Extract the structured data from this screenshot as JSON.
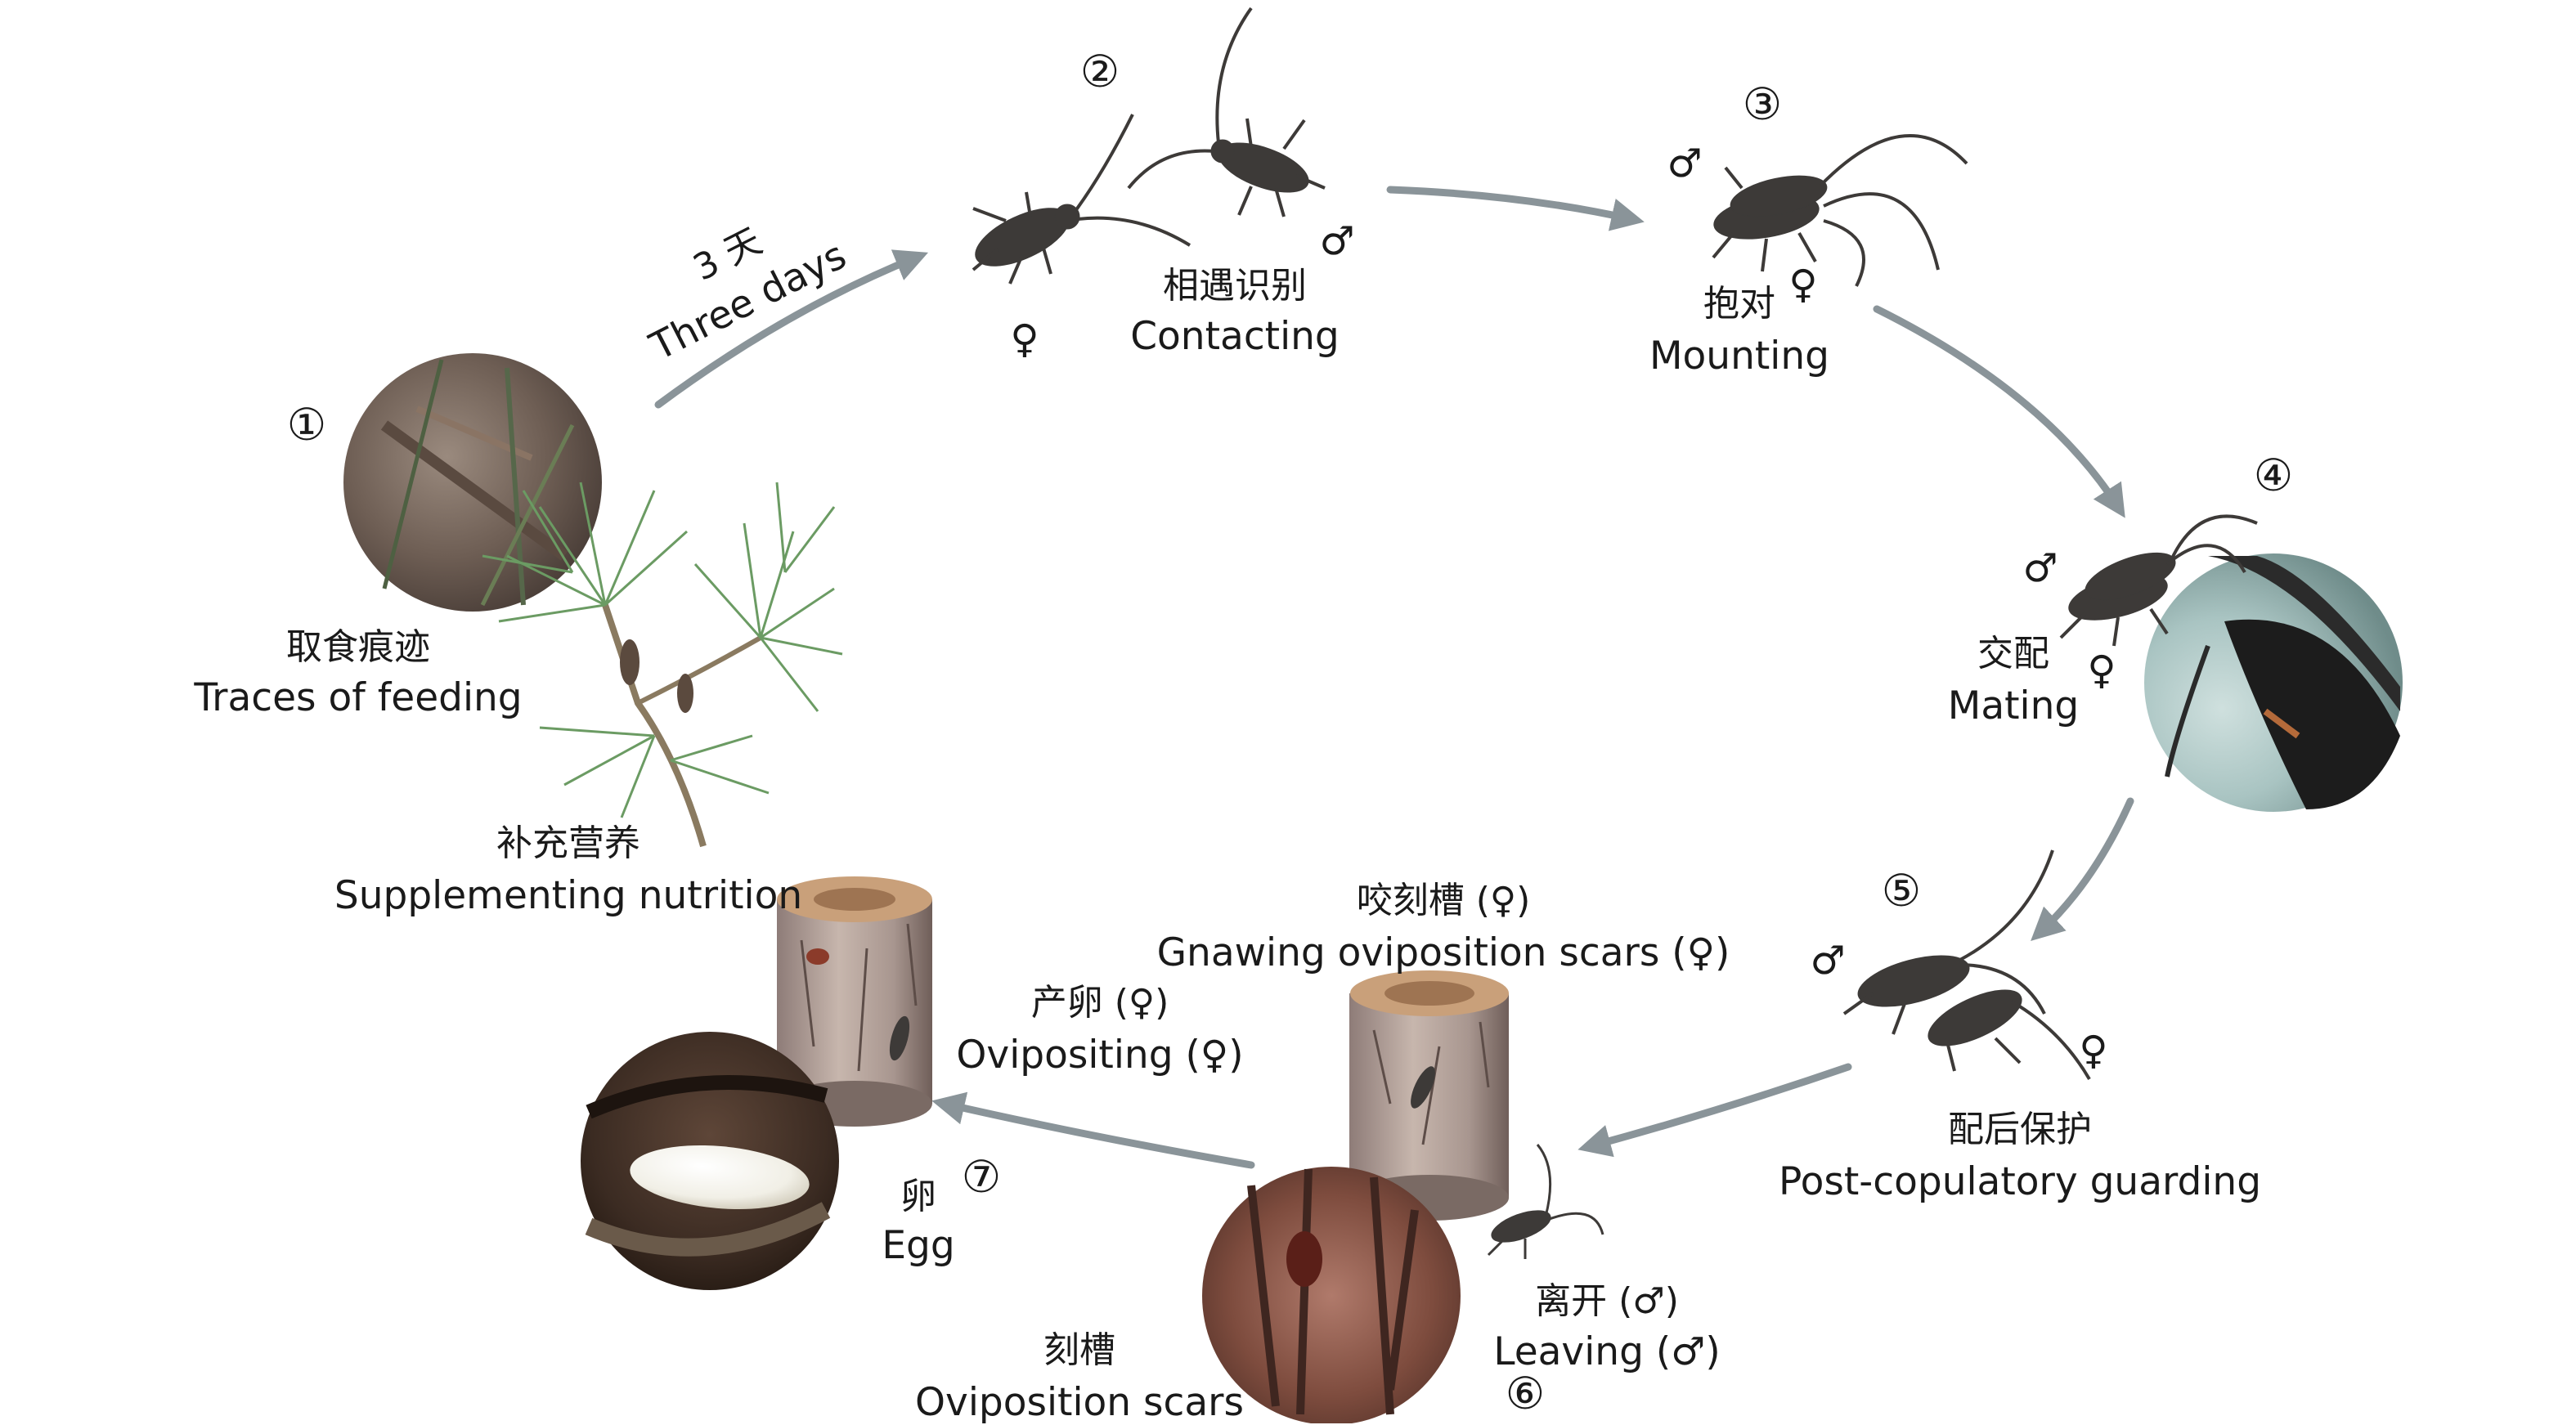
{
  "steps": {
    "s1": {
      "num": "①",
      "cn": "取食痕迹",
      "en": "Traces of feeding"
    },
    "nutrition": {
      "cn": "补充营养",
      "en": "Supplementing nutrition"
    },
    "arrow1": {
      "cn": "3 天",
      "en": "Three days"
    },
    "s2": {
      "num": "②",
      "cn": "相遇识别",
      "en": "Contacting",
      "female": "♀",
      "male": "♂"
    },
    "s3": {
      "num": "③",
      "cn": "抱对",
      "en": "Mounting",
      "female": "♀",
      "male": "♂"
    },
    "s4": {
      "num": "④",
      "cn": "交配",
      "en": "Mating",
      "female": "♀",
      "male": "♂"
    },
    "s5": {
      "num": "⑤",
      "cn": "配后保护",
      "en": "Post-copulatory guarding",
      "female": "♀",
      "male": "♂"
    },
    "s6": {
      "num": "⑥",
      "cn_gnaw": "咬刻槽 (♀)",
      "en_gnaw": "Gnawing oviposition scars (♀)",
      "cn_leave": "离开 (♂)",
      "en_leave": "Leaving (♂)",
      "cn_scar": "刻槽",
      "en_scar": "Oviposition scars"
    },
    "s7": {
      "num": "⑦",
      "cn_ovi": "产卵 (♀)",
      "en_ovi": "Ovipositing (♀)",
      "cn_egg": "卵",
      "en_egg": "Egg"
    }
  },
  "colors": {
    "arrow": "#8a9499",
    "beetle": "#3d3a38",
    "pine": "#6b9b63",
    "bark": "#7a4d3d",
    "log_top": "#c9a07a"
  }
}
